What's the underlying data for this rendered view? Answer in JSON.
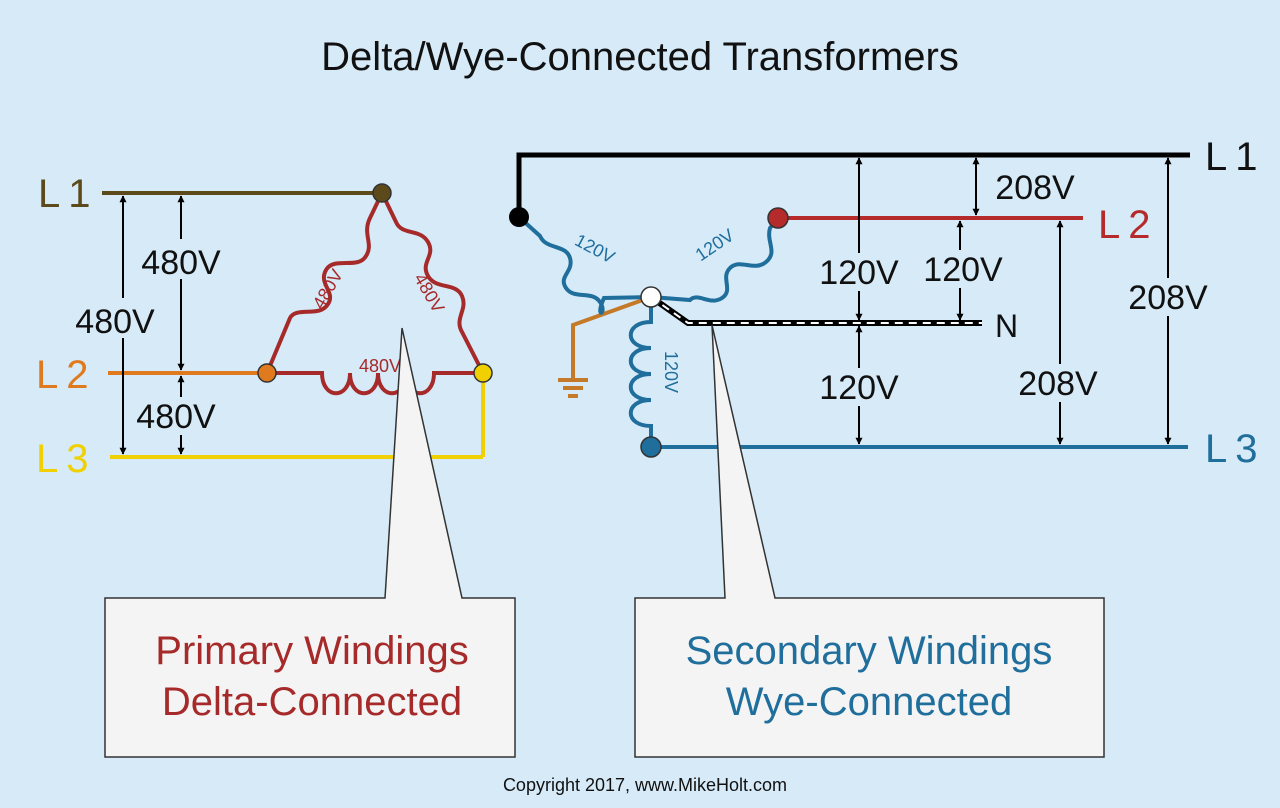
{
  "title": "Delta/Wye-Connected Transformers",
  "copyright": "Copyright 2017, www.MikeHolt.com",
  "colors": {
    "background": "#d6eaf8",
    "l1_primary": "#5c4a1a",
    "l2_primary": "#e07a1e",
    "l3_primary": "#f0d000",
    "winding_primary": "#a62a2a",
    "secondary_blue": "#1f6e9c",
    "secondary_l2_red": "#b52a2a",
    "ground": "#c47a28",
    "callout_fill": "#f4f4f4"
  },
  "primary": {
    "labels": {
      "l1": "L1",
      "l2": "L2",
      "l3": "L3"
    },
    "voltages": {
      "l1_l2": "480V",
      "l1_l3": "480V",
      "l2_l3": "480V"
    },
    "windings": {
      "left": "480V",
      "right": "480V",
      "bottom": "480V"
    }
  },
  "secondary": {
    "labels": {
      "l1": "L1",
      "l2": "L2",
      "n": "N",
      "l3": "L3"
    },
    "windings": {
      "left": "120V",
      "right": "120V",
      "bottom": "120V"
    },
    "voltages": {
      "l1_l2": "208V",
      "l1_n": "120V",
      "l2_n": "120V",
      "l3_n": "120V",
      "l2_l3": "208V",
      "l1_l3": "208V"
    }
  },
  "callouts": {
    "primary": {
      "line1": "Primary Windings",
      "line2": "Delta-Connected"
    },
    "secondary": {
      "line1": "Secondary Windings",
      "line2": "Wye-Connected"
    }
  }
}
